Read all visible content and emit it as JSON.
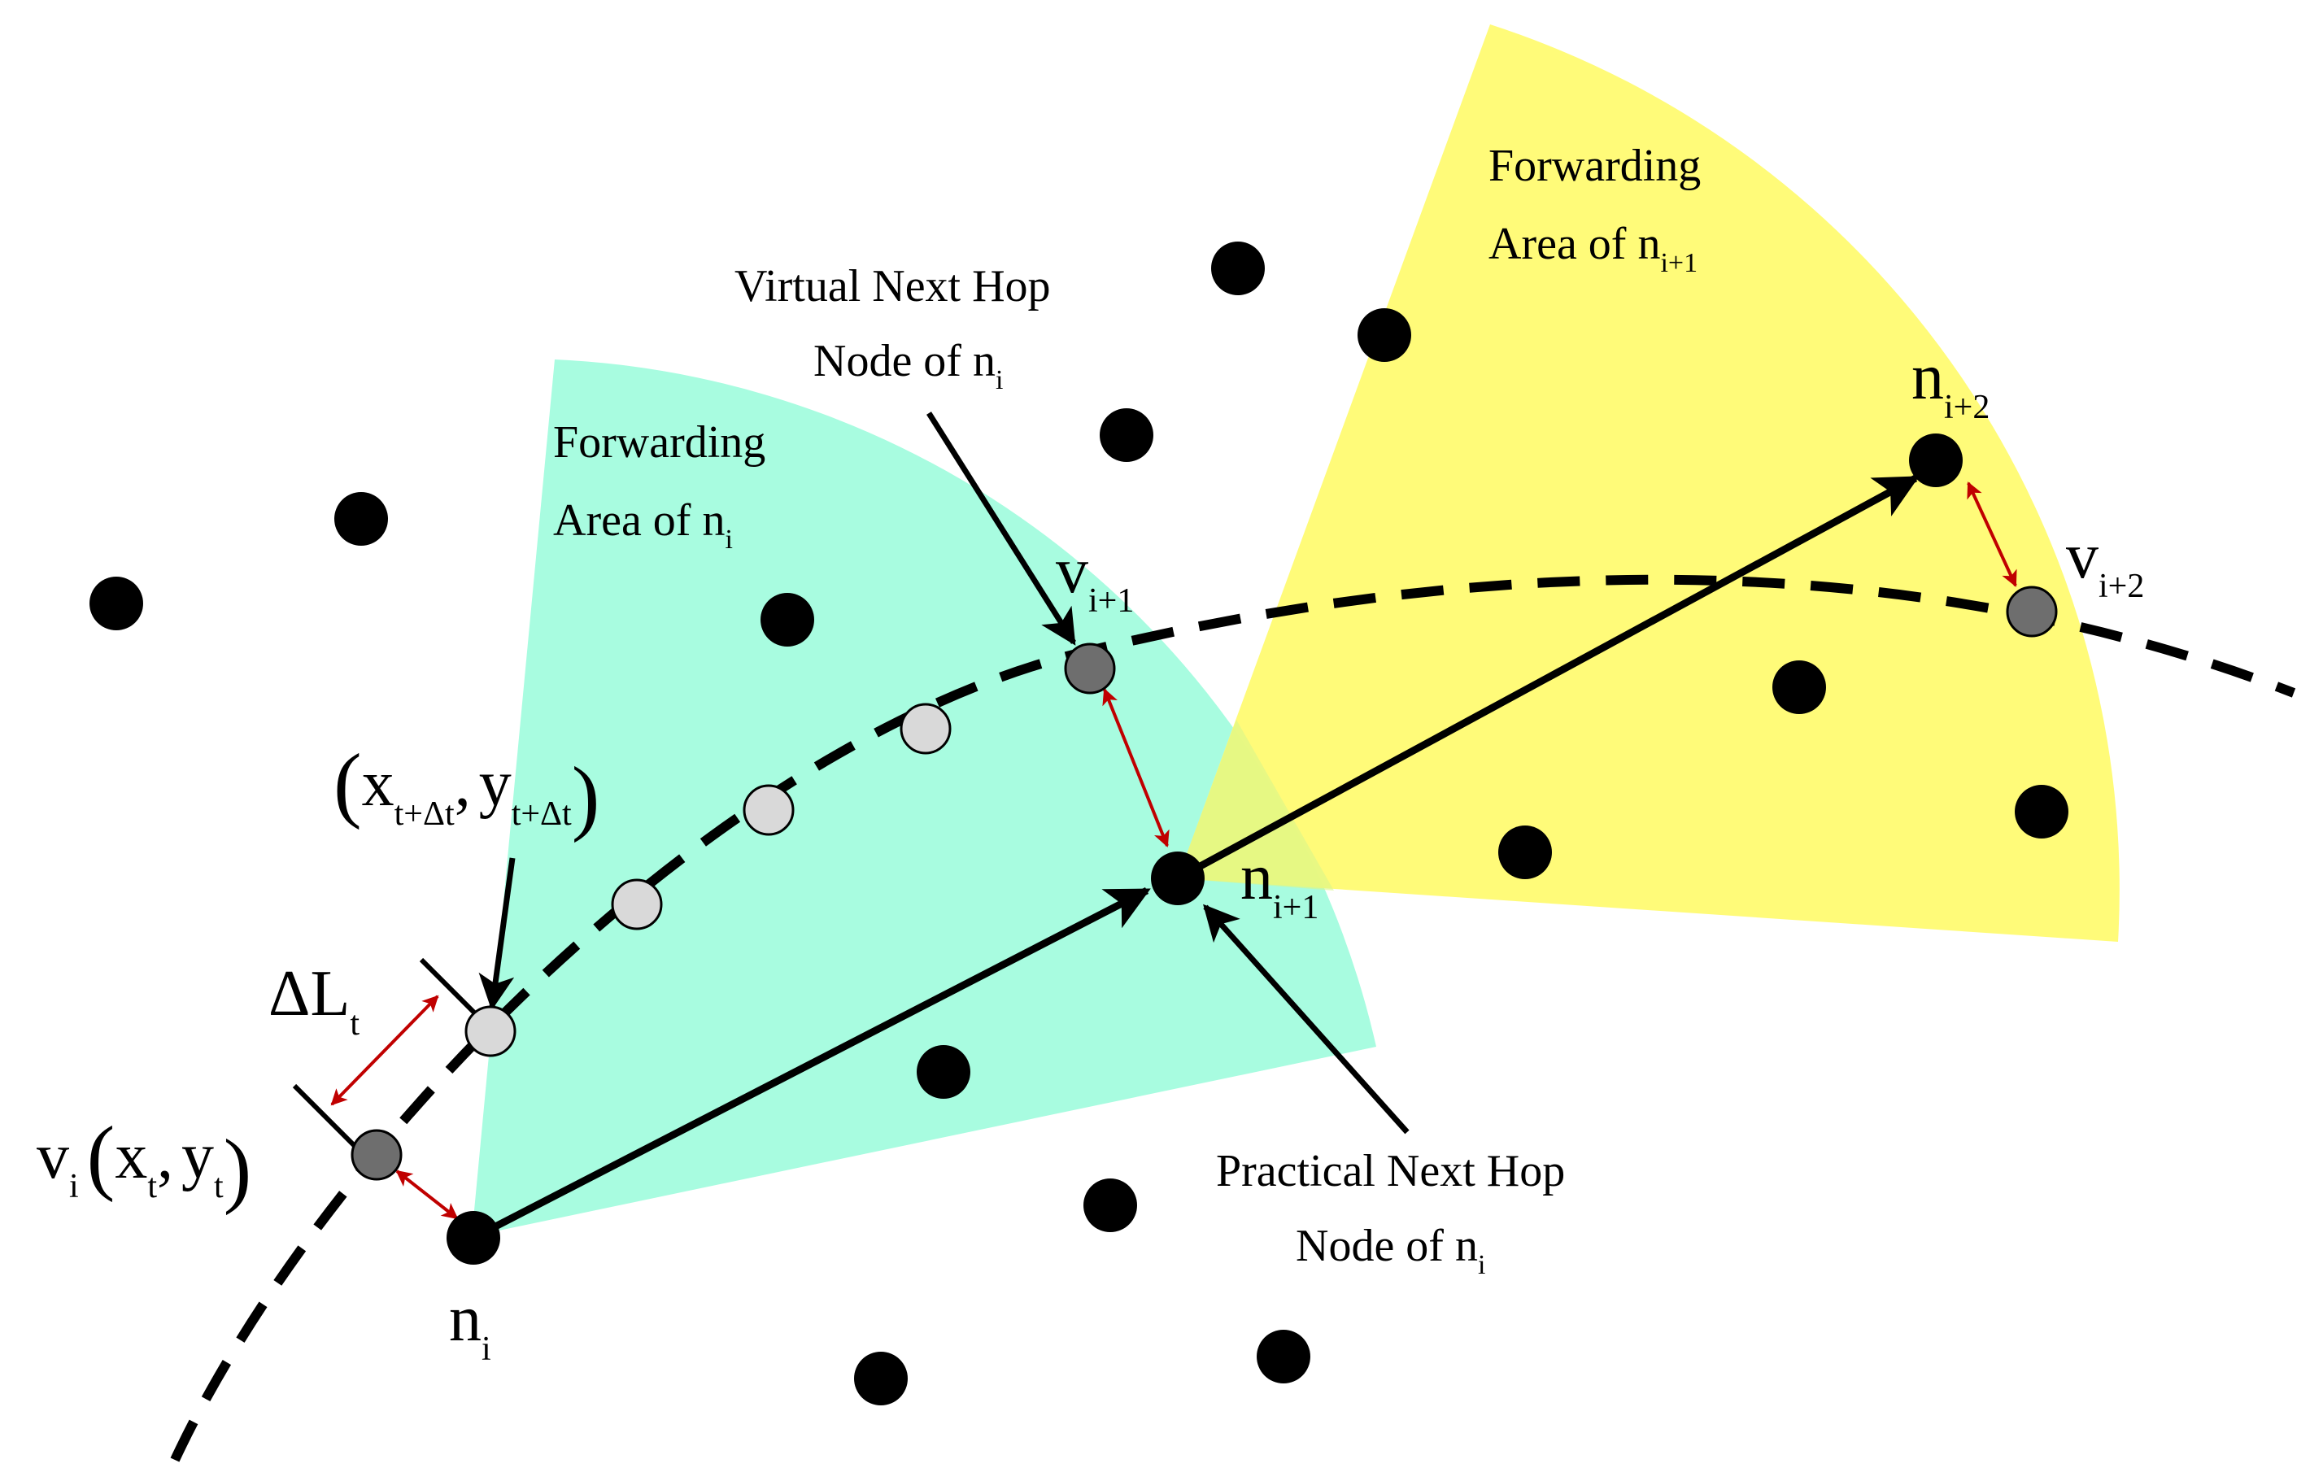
{
  "colors": {
    "area_ni": "#a8fce0",
    "area_ni1": "#fffb72",
    "node": "#000000",
    "virtual_node": "#6e6e6e",
    "predicted_point": "#d9d9d9",
    "distance_arrow": "#c00000"
  },
  "labels": {
    "forwarding_ni_line1": "Forwarding",
    "forwarding_ni_line2": "Area of n",
    "forwarding_ni_sub": "i",
    "forwarding_ni1_line1": "Forwarding",
    "forwarding_ni1_line2": "Area of n",
    "forwarding_ni1_sub": "i+1",
    "virtual_hop_line1": "Virtual Next Hop",
    "virtual_hop_line2": "Node of n",
    "virtual_hop_sub": "i",
    "practical_hop_line1": "Practical Next Hop",
    "practical_hop_line2": "Node of n",
    "practical_hop_sub": "i",
    "n_main": "n",
    "ni_sub": "i",
    "ni1_sub": "i+1",
    "ni2_sub": "i+2",
    "v_main": "v",
    "vi_sub": "i",
    "vi1_sub": "i+1",
    "vi2_sub": "i+2",
    "delta_L": "ΔL",
    "delta_L_sub": "t",
    "open_paren": "(",
    "close_paren": ")",
    "comma": ",",
    "x_main": "x",
    "y_main": "y",
    "xt_sub": "t",
    "yt_sub": "t",
    "xtdt_sub": "t+Δt",
    "ytdt_sub": "t+Δt"
  }
}
